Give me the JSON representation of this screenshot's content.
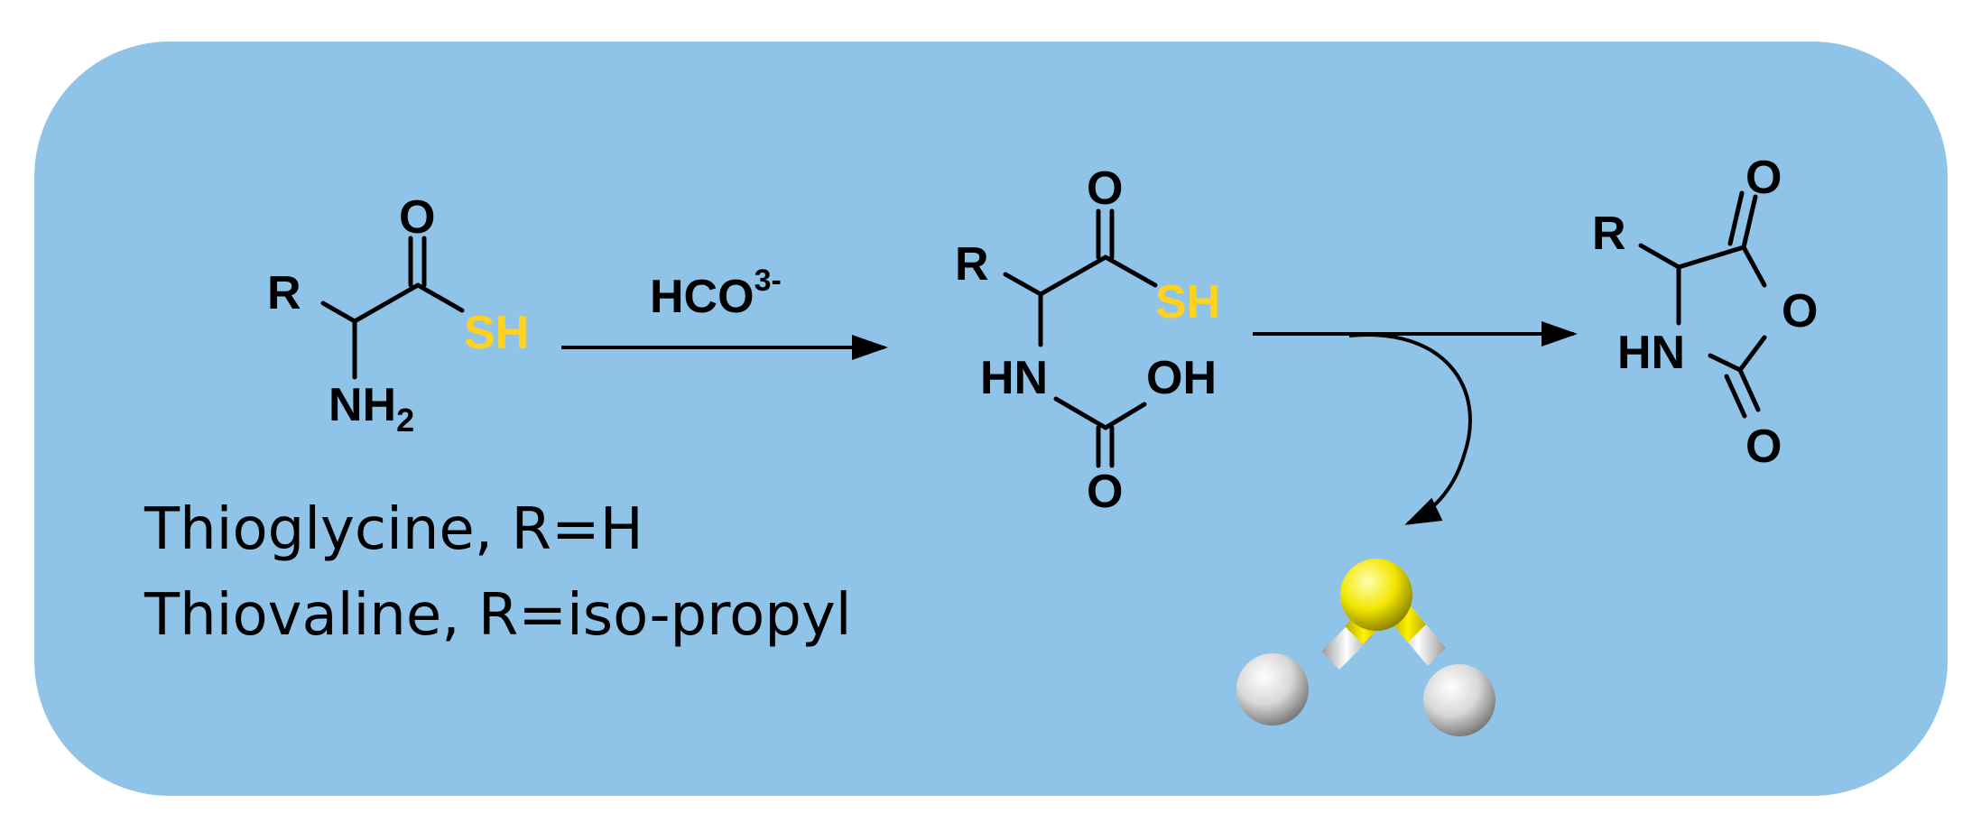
{
  "reactant": {
    "atoms": {
      "r": "R",
      "o": "O",
      "sh": "SH",
      "nh": "NH",
      "nh_sub": "2"
    }
  },
  "reagent": {
    "base": "HCO",
    "sup": "3-"
  },
  "intermediate": {
    "atoms": {
      "r": "R",
      "o_top": "O",
      "sh": "SH",
      "hn": "HN",
      "oh": "OH",
      "o_bottom": "O"
    }
  },
  "product": {
    "atoms": {
      "r": "R",
      "o_top": "O",
      "o_ring": "O",
      "hn": "HN",
      "o_bottom": "O"
    }
  },
  "captions": {
    "line1": "Thioglycine, R=H",
    "line2": "Thiovaline, R=iso-propyl"
  },
  "colors": {
    "panel": "#8fc4e8",
    "sulfur": "#ffd21f",
    "hydrogen": "#e8e8e8"
  },
  "byproduct": {
    "icon": "h2s-molecule-icon"
  }
}
